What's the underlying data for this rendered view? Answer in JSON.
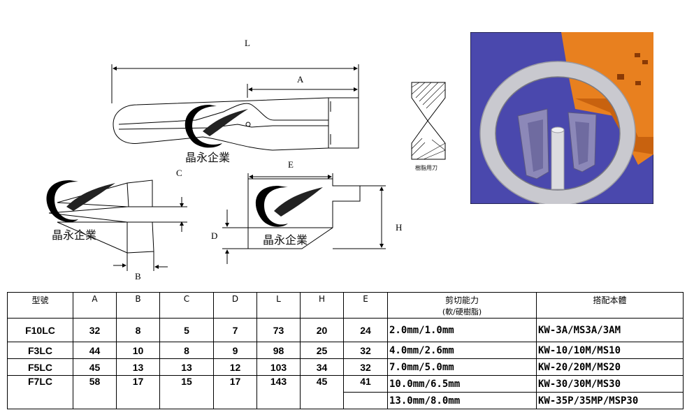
{
  "diagram_labels": {
    "L": "L",
    "A": "A",
    "C": "C",
    "E": "E",
    "D": "D",
    "H": "H",
    "B": "B"
  },
  "watermark_text": "晶永企業",
  "blade_caption": "樹脂用刀",
  "table": {
    "headers": [
      "型號",
      "A",
      "B",
      "C",
      "D",
      "L",
      "H",
      "E",
      "剪切能力",
      "搭配本體"
    ],
    "header_sub": "(軟/硬樹脂)",
    "rows": [
      {
        "model": "F10LC",
        "A": "32",
        "B": "8",
        "C": "5",
        "D": "7",
        "L": "73",
        "H": "20",
        "E": "24",
        "capacity": "2.0mm/1.0mm",
        "body": "KW-3A/MS3A/3AM"
      },
      {
        "model": "F3LC",
        "A": "44",
        "B": "10",
        "C": "8",
        "D": "9",
        "L": "98",
        "H": "25",
        "E": "32",
        "capacity": "4.0mm/2.6mm",
        "body": "KW-10/10M/MS10"
      },
      {
        "model": "F5LC",
        "A": "45",
        "B": "13",
        "C": "13",
        "D": "12",
        "L": "103",
        "H": "34",
        "E": "32",
        "capacity": "7.0mm/5.0mm",
        "body": "KW-20/20M/MS20"
      },
      {
        "model": "F7LC",
        "A": "58",
        "B": "17",
        "C": "15",
        "D": "17",
        "L": "143",
        "H": "45",
        "E": "41",
        "capacity": "10.0mm/6.5mm",
        "body": "KW-30/30M/MS30"
      }
    ],
    "extra_row": {
      "capacity": "13.0mm/8.0mm",
      "body": "KW-35P/35MP/MSP30"
    }
  },
  "colors": {
    "photo_bg": "#4a48ad",
    "orange": "#e8801f",
    "ring": "#c9c9cf",
    "blade": "#8c88b8"
  }
}
